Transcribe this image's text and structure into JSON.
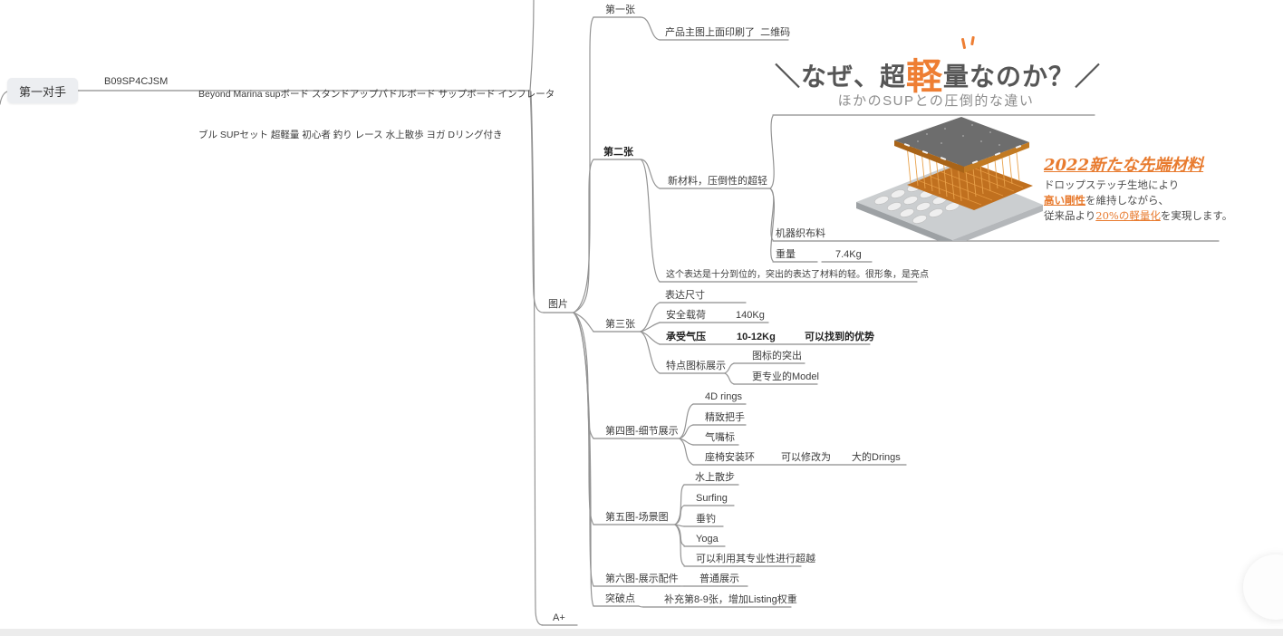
{
  "root": {
    "label": "第一对手"
  },
  "asin": {
    "code": "B09SP4CJSM"
  },
  "title": {
    "line1": "Beyond Marina supボード スタンドアップパドルボード サップボード インフレータ",
    "line2": "ブル SUPセット 超軽量 初心者 釣り レース 水上散歩 ヨガ Dリング付き"
  },
  "branches": {
    "images_label": "图片",
    "aplus_label": "A+",
    "img1": {
      "label": "第一张",
      "qr": "产品主图上面印刷了  二维码"
    },
    "img2": {
      "label": "第二张",
      "material": "新材料，压倒性的超轻",
      "fabric": "机器织布料",
      "weight_label": "重量",
      "weight_value": "7.4Kg",
      "comment": "这个表达是十分到位的，突出的表达了材料的轻。很形象，是亮点"
    },
    "img3": {
      "label": "第三张",
      "size": "表达尺寸",
      "load": "安全载荷",
      "load_value": "140Kg",
      "pressure": "承受气压",
      "pressure_value": "10-12Kg",
      "advantage": "可以找到的优势",
      "icons": "特点图标展示",
      "icon_pop": "图标的突出",
      "pro_model": "更专业的Model"
    },
    "img4": {
      "label": "第四图-细节展示",
      "ring": "4D rings",
      "handle": "精致把手",
      "valve": "气嘴标",
      "seat": "座椅安装环",
      "modify": "可以修改为",
      "dring": "大的Drings"
    },
    "img5": {
      "label": "第五图-场景图",
      "walk": "水上散步",
      "surf": "Surfing",
      "fish": "垂钓",
      "yoga": "Yoga",
      "surpass": "可以利用其专业性进行超越"
    },
    "img6": {
      "label": "第六图-展示配件",
      "normal": "普通展示"
    },
    "breakthrough": {
      "label": "突破点",
      "note": "补充第8-9张，增加Listing权重"
    }
  },
  "ad_image": {
    "headline": {
      "left_slash": "＼",
      "pre": "なぜ、超",
      "accent_char": "軽",
      "post": "量なのか？",
      "right_slash": "／"
    },
    "subtitle": "ほかのSUPとの圧倒的な違い",
    "material": {
      "title": "2022新たな先端材料",
      "line1": "ドロップステッチ生地により",
      "line2_accent": "高い剛性",
      "line2_rest": "を維持しながら、",
      "line3_pre": "従来品より",
      "line3_accent": "20%の軽量化",
      "line3_post": "を実現します。"
    }
  },
  "colors": {
    "accent_orange": "#ee7e33",
    "connector_gray": "#949494",
    "root_node_fill": "#eceef1",
    "text": "#3c3c3c",
    "scrollbar_track": "#ececec"
  }
}
